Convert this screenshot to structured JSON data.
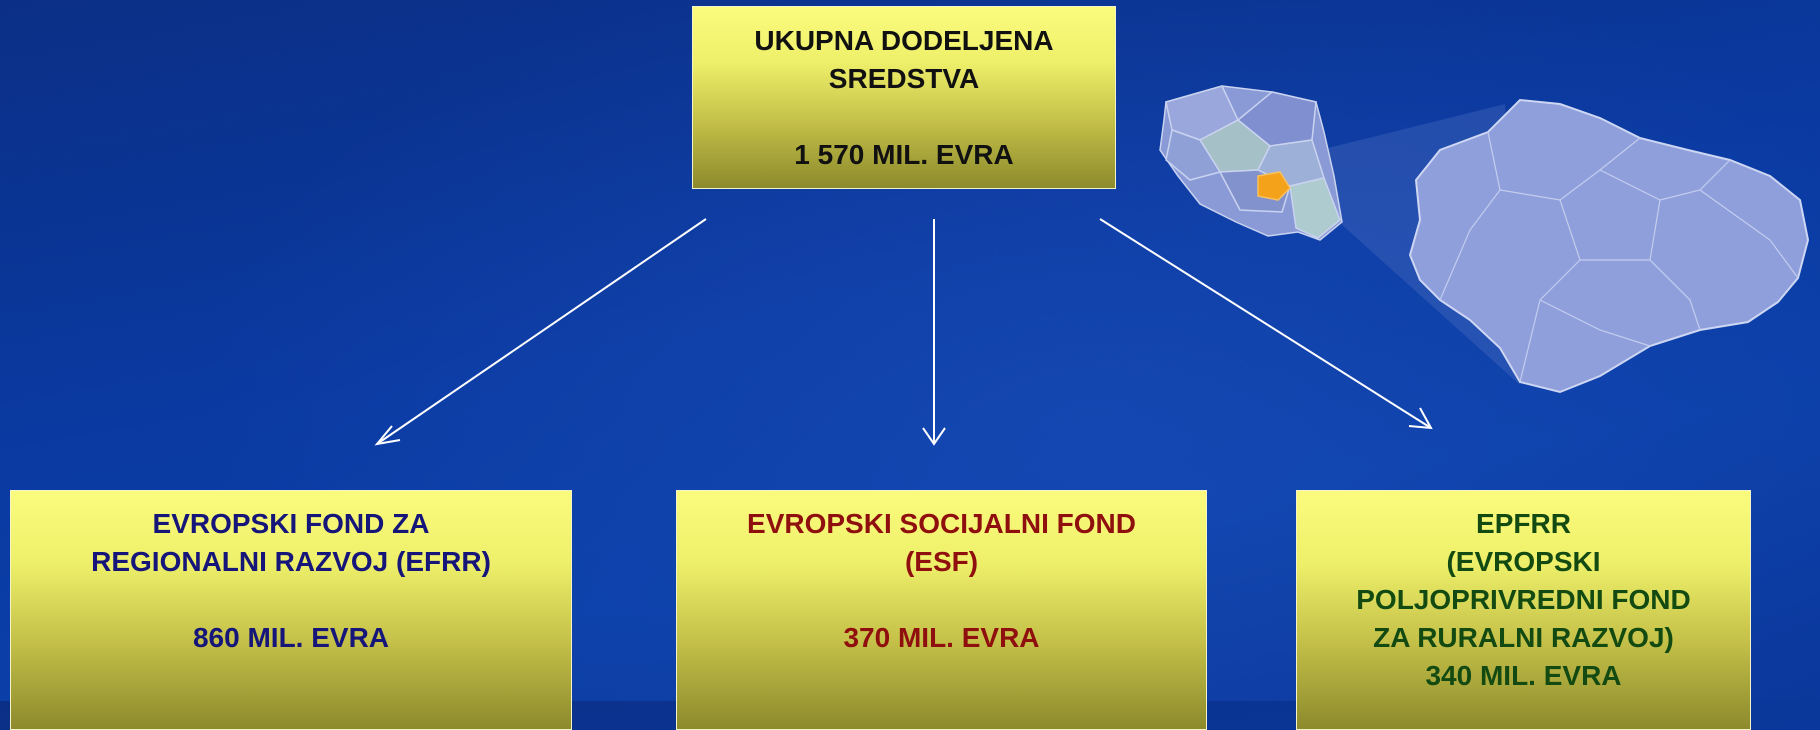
{
  "top_box": {
    "title_line1": "UKUPNA DODELJENA",
    "title_line2": "SREDSTVA",
    "amount": "1 570 MIL. EVRA"
  },
  "left_box": {
    "title_line1": "EVROPSKI FOND ZA",
    "title_line2": "REGIONALNI RAZVOJ (EFRR)",
    "amount": "860 MIL. EVRA"
  },
  "middle_box": {
    "title_line1": "EVROPSKI SOCIJALNI FOND",
    "title_line2": "(ESF)",
    "amount": "370 MIL. EVRA"
  },
  "right_box": {
    "title_line1": "EPFRR",
    "title_line2": "(EVROPSKI",
    "title_line3": "POLJOPRIVREDNI FOND",
    "title_line4": "ZA RURALNI RAZVOJ)",
    "amount": "340 MIL. EVRA"
  },
  "colors": {
    "background": "#0a3aa2",
    "box_fill_top": "#fbfb7e",
    "box_fill_bottom": "#8c8a2c",
    "left_text": "#15157a",
    "middle_text": "#8f0f0f",
    "right_text": "#134a12",
    "map_region": "#8f9fdc",
    "map_highlight": "#f5a21b"
  },
  "icons": {
    "map": "poland-map-with-region-zoom-icon"
  }
}
